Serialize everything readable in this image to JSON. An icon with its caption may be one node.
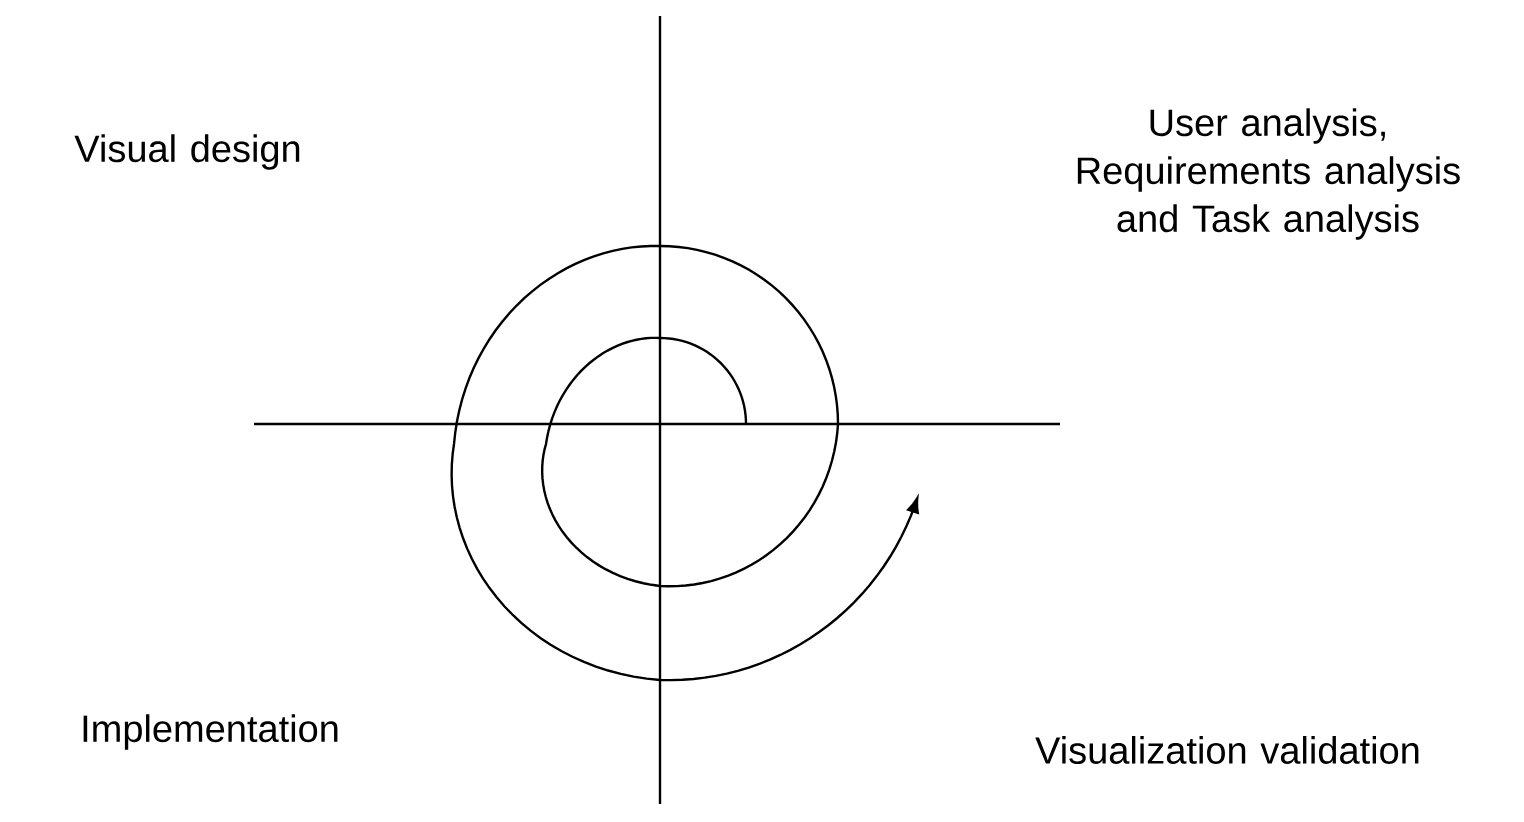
{
  "diagram": {
    "labels": [
      "User analysis, Requirements analysis and Task analysis",
      "Visual design",
      "Implementation",
      "Visualization validation"
    ]
  }
}
